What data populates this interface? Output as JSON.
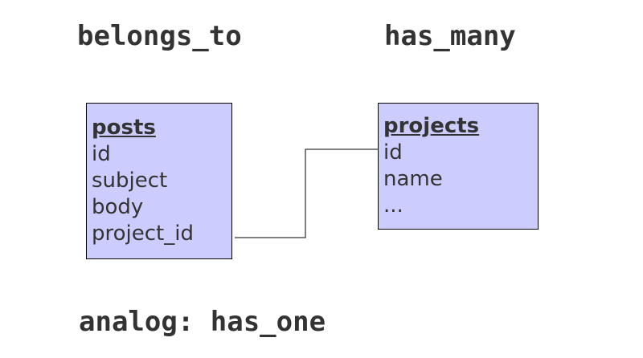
{
  "headings": {
    "left": "belongs_to",
    "right": "has_many",
    "bottom": "analog: has_one"
  },
  "tables": {
    "posts": {
      "name": "posts",
      "fields": [
        "id",
        "subject",
        "body",
        "project_id"
      ]
    },
    "projects": {
      "name": "projects",
      "fields": [
        "id",
        "name",
        "..."
      ]
    }
  },
  "colors": {
    "table_fill": "#ccccff",
    "border": "#000000",
    "text": "#333333"
  }
}
